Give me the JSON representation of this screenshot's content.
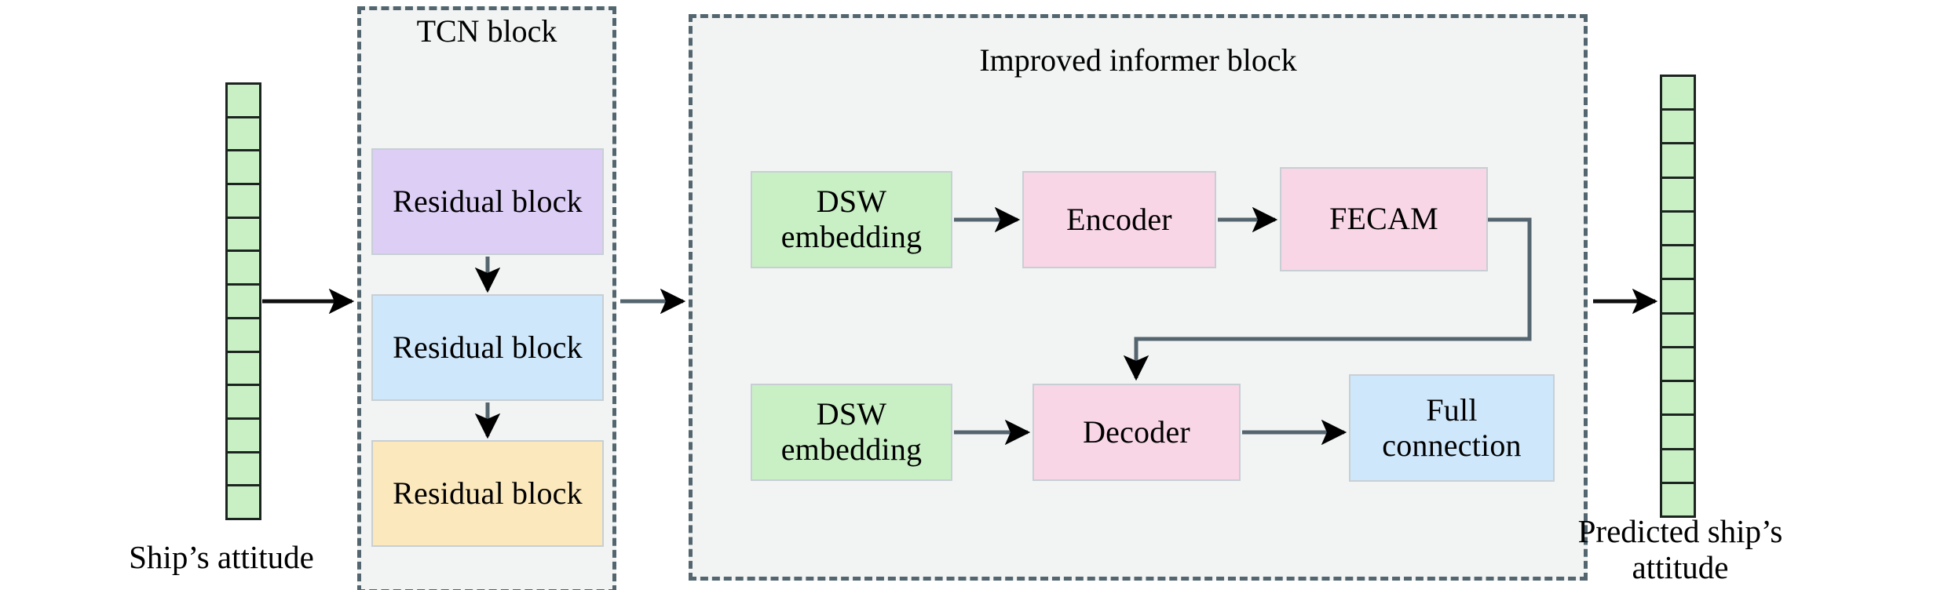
{
  "diagram": {
    "title": "TCN-Improved-Informer ship attitude prediction architecture",
    "colors": {
      "vector_fill": "#c9f0c5",
      "vector_stroke": "#1c241f",
      "group_fill": "#f2f4f3",
      "group_stroke": "#53666f",
      "residual_1_fill": "#ddcef5",
      "residual_2_fill": "#cfe7fb",
      "residual_3_fill": "#fbe8bd",
      "embedding_fill": "#c9f0c5",
      "encoder_fill": "#f9d6e6",
      "fecam_fill": "#f9d6e6",
      "decoder_fill": "#f9d6e6",
      "full_connection_fill": "#cfe7fb",
      "box_stroke": "#c7cfd4",
      "arrow_stroke": "#55656f",
      "arrow_head": "#000000"
    }
  },
  "input": {
    "label": "Ship’s attitude",
    "cells": 13,
    "name": "ship-attitude-input-vector"
  },
  "output": {
    "label": "Predicted ship’s\nattitude",
    "cells": 13,
    "name": "predicted-ship-attitude-output-vector"
  },
  "tcn_block": {
    "title": "TCN block",
    "blocks": [
      {
        "label": "Residual block",
        "fill": "#ddcef5"
      },
      {
        "label": "Residual block",
        "fill": "#cfe7fb"
      },
      {
        "label": "Residual block",
        "fill": "#fbe8bd"
      }
    ]
  },
  "informer_block": {
    "title": "Improved informer block",
    "top_row": [
      {
        "label": "DSW\nembedding",
        "fill": "#c9f0c5",
        "name": "dsw-embedding-encoder-box"
      },
      {
        "label": "Encoder",
        "fill": "#f9d6e6",
        "name": "encoder-box"
      },
      {
        "label": "FECAM",
        "fill": "#f9d6e6",
        "name": "fecam-box"
      }
    ],
    "bottom_row": [
      {
        "label": "DSW\nembedding",
        "fill": "#c9f0c5",
        "name": "dsw-embedding-decoder-box"
      },
      {
        "label": "Decoder",
        "fill": "#f9d6e6",
        "name": "decoder-box"
      },
      {
        "label": "Full\nconnection",
        "fill": "#cfe7fb",
        "name": "full-connection-box"
      }
    ]
  },
  "connections": [
    {
      "from": "ship-attitude-input-vector",
      "to": "tcn-block"
    },
    {
      "from": "residual-block-1",
      "to": "residual-block-2"
    },
    {
      "from": "residual-block-2",
      "to": "residual-block-3"
    },
    {
      "from": "tcn-block",
      "to": "improved-informer-block"
    },
    {
      "from": "dsw-embedding-encoder-box",
      "to": "encoder-box"
    },
    {
      "from": "encoder-box",
      "to": "fecam-box"
    },
    {
      "from": "fecam-box",
      "to": "decoder-box"
    },
    {
      "from": "dsw-embedding-decoder-box",
      "to": "decoder-box"
    },
    {
      "from": "decoder-box",
      "to": "full-connection-box"
    },
    {
      "from": "improved-informer-block",
      "to": "predicted-ship-attitude-output-vector"
    }
  ]
}
